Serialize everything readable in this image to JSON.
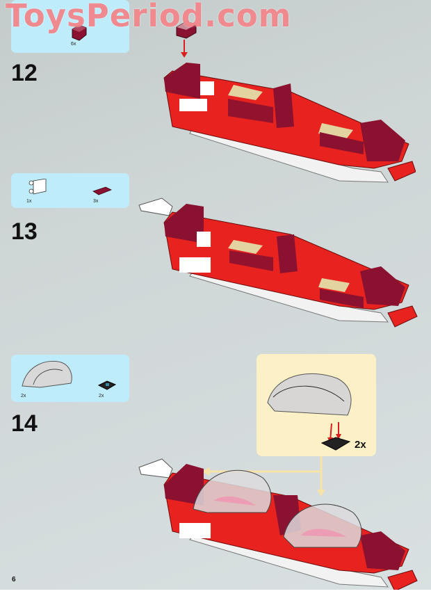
{
  "watermark": "ToysPeriod.com",
  "page_number": "6",
  "colors": {
    "parts_box_bg": "#bfecfb",
    "callout_bg": "#fcf0c7",
    "page_bg": "#cfd6d6",
    "brick_red": "#e8231f",
    "brick_dark_red": "#8a1230",
    "tan": "#e3d3a0",
    "arrow_red": "#d81e1e",
    "callout_arrow": "#f7e3a8"
  },
  "steps": [
    {
      "number": "12",
      "parts": [
        {
          "name": "dark-red-slope-brick",
          "qty": "6x"
        }
      ],
      "model": "boat-hull-with-dark-red-slope-being-added"
    },
    {
      "number": "13",
      "parts": [
        {
          "name": "white-flag-plate",
          "qty": "1x"
        },
        {
          "name": "dark-red-tile",
          "qty": "3x"
        }
      ],
      "model": "boat-hull-with-white-flag-at-rear"
    },
    {
      "number": "14",
      "parts": [
        {
          "name": "trans-clear-canopy",
          "qty": "2x"
        },
        {
          "name": "black-hinge-plate",
          "qty": "2x"
        }
      ],
      "callout": {
        "description": "canopy-attached-to-hinge-plate",
        "qty": "2x"
      },
      "model": "boat-hull-with-two-canopies"
    }
  ]
}
